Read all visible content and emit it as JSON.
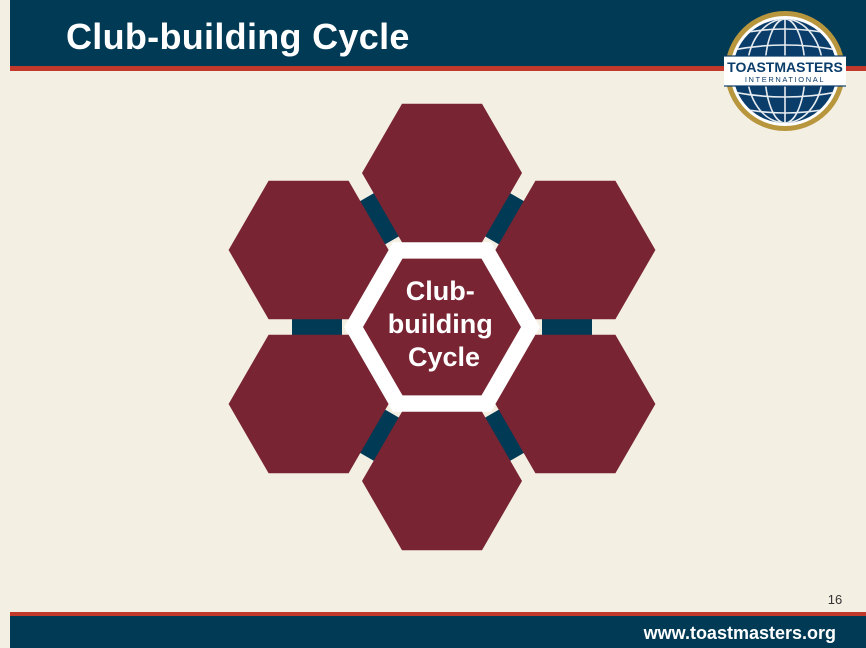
{
  "header": {
    "title": "Club-building Cycle"
  },
  "logo": {
    "name": "TOASTMASTERS",
    "subtitle": "INTERNATIONAL"
  },
  "diagram": {
    "center_lines": [
      "Club-",
      "building",
      "Cycle"
    ],
    "segment_count": 6
  },
  "footer": {
    "page_number": "16",
    "url": "www.toastmasters.org"
  },
  "colors": {
    "background": "#f4efe3",
    "navy": "#003a55",
    "red_accent": "#c0392b",
    "hexagon": "#782433"
  }
}
